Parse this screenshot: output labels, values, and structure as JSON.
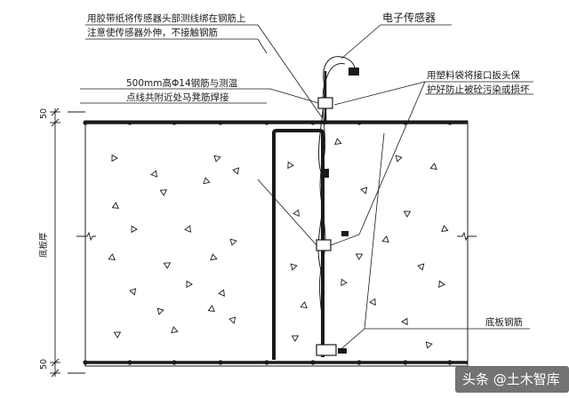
{
  "annotations": {
    "sensor_tie": [
      "用胶带纸将传感器头部测线绑在钢筋上",
      "注意使传感器外伸，不接触钢筋"
    ],
    "electronic_sensor": "电子传感器",
    "bag_protect": [
      "用塑料袋将接口扳头保",
      "护好防止被砼污染或损坏"
    ],
    "rebar_weld": [
      "500mm高Φ14钢筋与测温",
      "点线共附近处马凳筋焊接"
    ],
    "bottom_rebar": "底板钢筋"
  },
  "dimensions": {
    "top_cover": "50",
    "bottom_cover": "50",
    "slab_thickness": "底板厚"
  },
  "watermark": "头条 @土木智库",
  "colors": {
    "line": "#1a1a1a",
    "fill": "#ffffff",
    "watermark_bg": "#5a5a5a"
  }
}
